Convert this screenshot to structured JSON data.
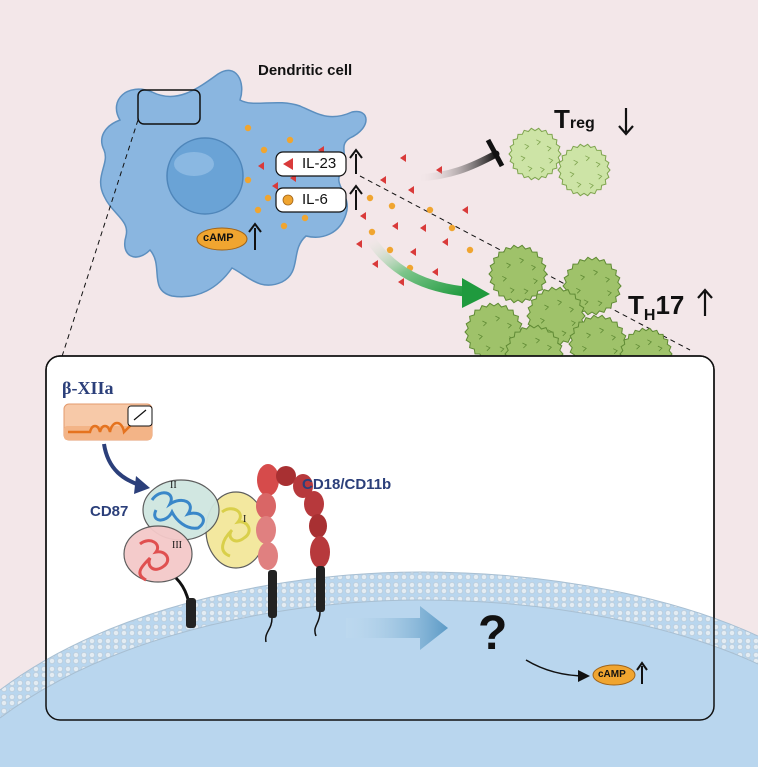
{
  "labels": {
    "dendritic_cell": "Dendritic cell",
    "treg_main": "T",
    "treg_sub": "reg",
    "th17_main": "T",
    "th17_sub": "H",
    "th17_tail": "17",
    "il23": "IL-23",
    "il6": "IL-6",
    "camp_cell": "cAMP",
    "beta_xiia": "β-XIIa",
    "cd87": "CD87",
    "cd18_cd11b": "CD18/CD11b",
    "question": "?",
    "camp_membrane": "cAMP",
    "domain_i": "I",
    "domain_ii": "II",
    "domain_iii": "III"
  },
  "colors": {
    "background": "#f3e7e9",
    "dendritic_cell": "#8ab6e0",
    "nucleus": "#6aa3d6",
    "t_cell": "#a7c97a",
    "il23_triangle": "#d93a3a",
    "il6_dot": "#f0a530",
    "camp_pill": "#f0a530",
    "green_arrow": "#1f9a3e",
    "inhibit_bar": "#111111",
    "cd87_domain_i": "#f3e79a",
    "cd87_domain_ii": "#cfe6e0",
    "cd87_domain_iii": "#f4c9c9",
    "integrin": "#c0353a",
    "title_navy": "#2b3f7a"
  },
  "icons": [
    "up-arrow-icon",
    "down-arrow-icon",
    "inhibition-arrow-icon",
    "activation-arrow-icon"
  ]
}
